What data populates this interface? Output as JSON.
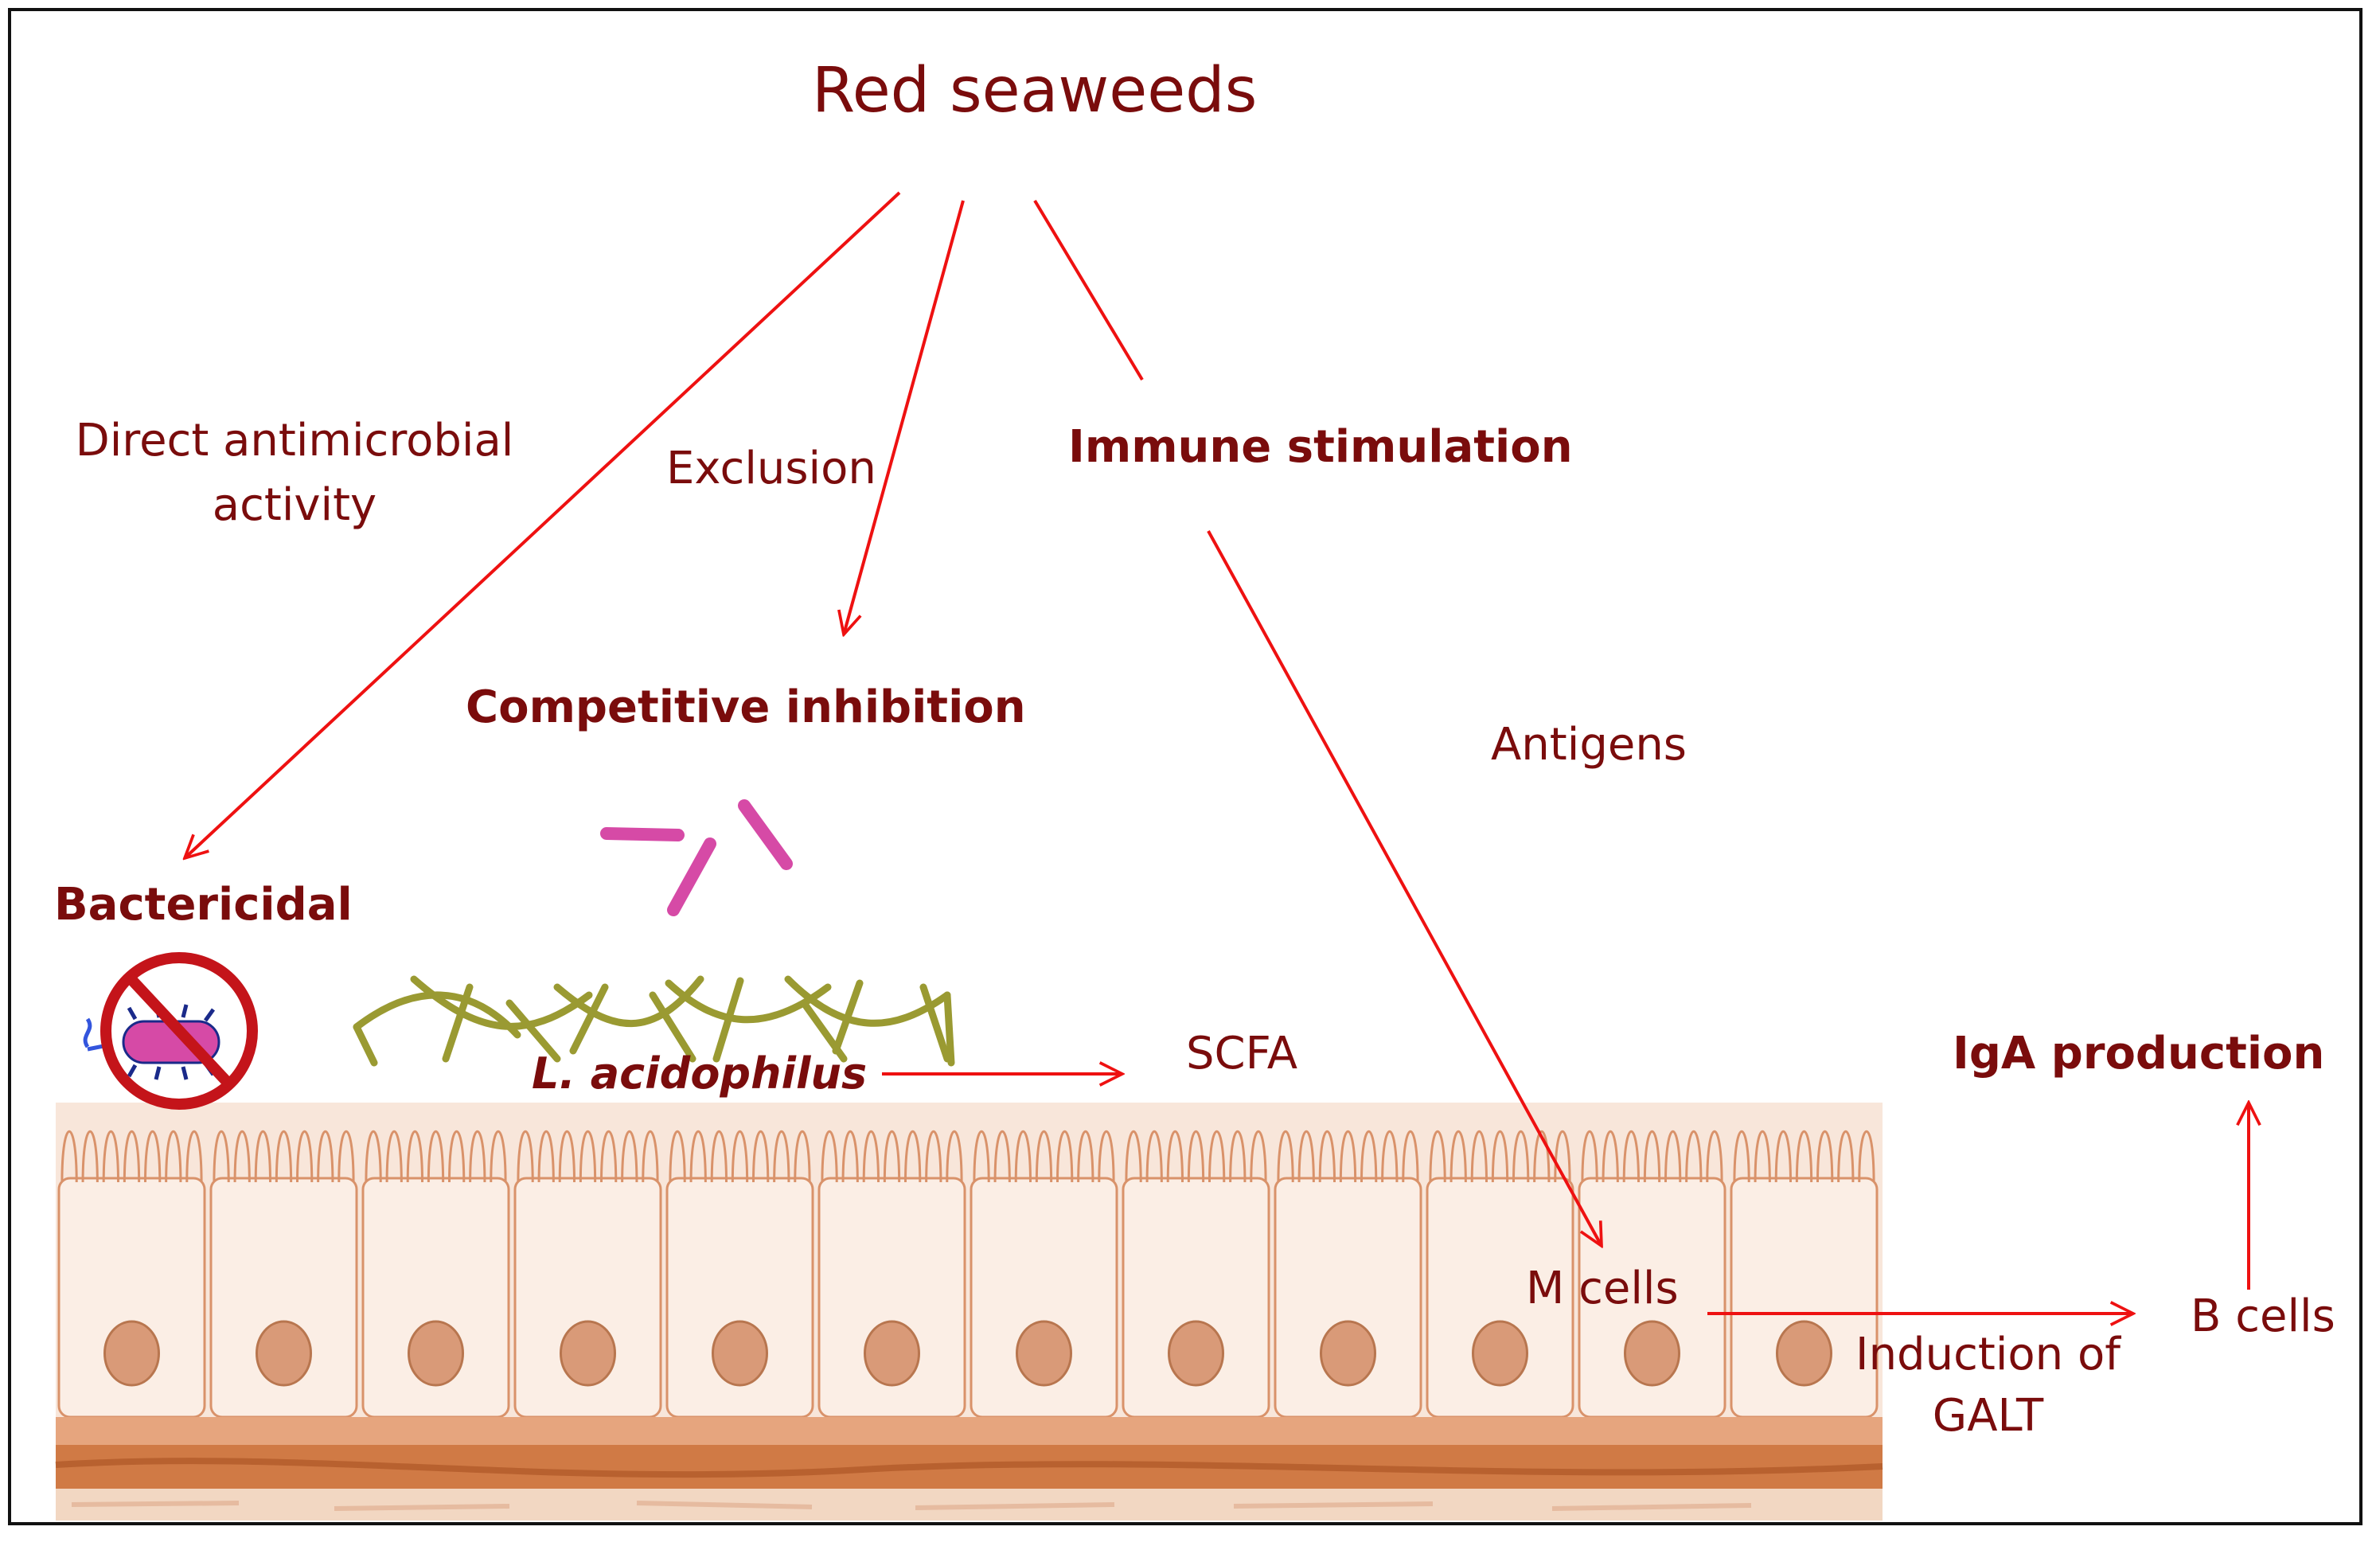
{
  "title": "Red seaweeds",
  "pathways": {
    "direct_antimicrobial": "Direct antimicrobial activity",
    "direct_antimicrobial_line1": "Direct antimicrobial",
    "direct_antimicrobial_line2": "activity",
    "exclusion": "Exclusion",
    "immune_stimulation": "Immune stimulation"
  },
  "outcomes": {
    "bactericidal": "Bactericidal",
    "competitive_inhibition": "Competitive inhibition",
    "antigens": "Antigens",
    "l_acidophilus": "L. acidophilus",
    "scfa": "SCFA",
    "m_cells": "M cells",
    "induction_line1": "Induction of",
    "induction_line2": "GALT",
    "b_cells": "B cells",
    "iga_production": "IgA production"
  },
  "colors": {
    "text": "#7a0c0c",
    "arrow": "#ee1111",
    "bacteria": "#d64aa6",
    "no_sign": "#c4141a",
    "fiber": "#9a9a32",
    "epithelium": "#f6dccb",
    "cell_outline": "#d9926a",
    "nucleus": "#d99a78",
    "basal": "#d88a55"
  },
  "icons": [
    "no-bacteria-icon",
    "bacteria-icon",
    "seaweed-fiber-icon",
    "epithelium-illustration"
  ]
}
